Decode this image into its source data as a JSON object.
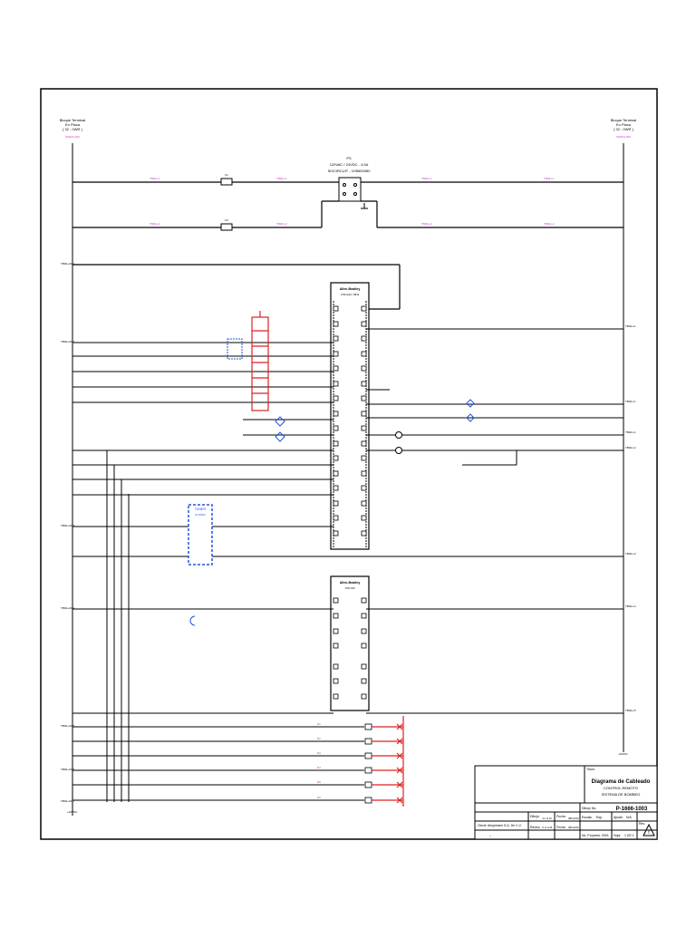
{
  "terminal_block_left": {
    "lines": [
      "Bloque Terminal",
      "En Placa",
      "[ 32 - 0WR ]"
    ],
    "wire_label": "W32(4)-002"
  },
  "terminal_block_right": {
    "lines": [
      "Bloque Terminal",
      "En Placa",
      "[ 32 - 0WR ]"
    ],
    "wire_label": "W32(4)-002"
  },
  "power_supply": {
    "title": "PS",
    "line2": "120VAC / 24VDC - 4.5A",
    "line3": "SIXCIRCUIT - 1H5600080"
  },
  "fuses": [
    {
      "tag": "F1"
    },
    {
      "tag": "F2"
    }
  ],
  "net_labels": {
    "l1": "TB02-L1",
    "l2": "TB02-L2"
  },
  "left_rail_tags": [
    "TB02+24-1",
    "TB02+24-2",
    "TB02+24-3",
    "TB02+24-4",
    "TB02+24-5",
    "TB02+24-6",
    "TB02+24-7"
  ],
  "right_rail_tags": [
    "TB02-L1",
    "TB02-L1",
    "TB02-L1",
    "TB02-L2",
    "TB02-L3",
    "TB02-L4",
    "TB02-L5"
  ],
  "module1": {
    "brand": "Allen-Bradley",
    "sub": "1769-IQ16 / OB16"
  },
  "module2": {
    "brand": "Allen-Bradley",
    "sub": "1769-OF2"
  },
  "timer": {
    "title": "TIMER",
    "sub": "AUTOMAT"
  },
  "relay_tags": [
    "R1",
    "R2",
    "R3",
    "R4",
    "R5",
    "R6"
  ],
  "corner_tags": {
    "bottom_left": "+24VDC",
    "bottom_right": "-24VDC"
  },
  "title_block": {
    "titulo_label": "Título:",
    "title": "Diagrama de Cableado",
    "subtitle1": "CONTROL REMOTO",
    "subtitle2": "SISTEMA DE BOMBEO",
    "dibujo_no_label": "Dibujo No.",
    "dibujo_no": "P-1666-1003",
    "client": "Clecle Ubupriraen S.A. De C.V.",
    "dash": "--",
    "dibujo_label": "Dibujó",
    "dibujo_value": "J.L.G.M",
    "fecha_label": "Fecha",
    "fecha1": "08/12/22",
    "reviso_label": "Revisó",
    "reviso_value": "C.A.A.M",
    "fecha2": "08/12/22",
    "escala_label": "Escala:",
    "escala_value": "Esp.",
    "ajuste_label": "Ajuste:",
    "ajuste_value": "N/A",
    "rev_label": "Rev.",
    "proyecto_label": "No. Proyecto:",
    "proyecto_value": "0001",
    "hoja_label": "Hoja:",
    "hoja_value": "1 DE 1"
  }
}
